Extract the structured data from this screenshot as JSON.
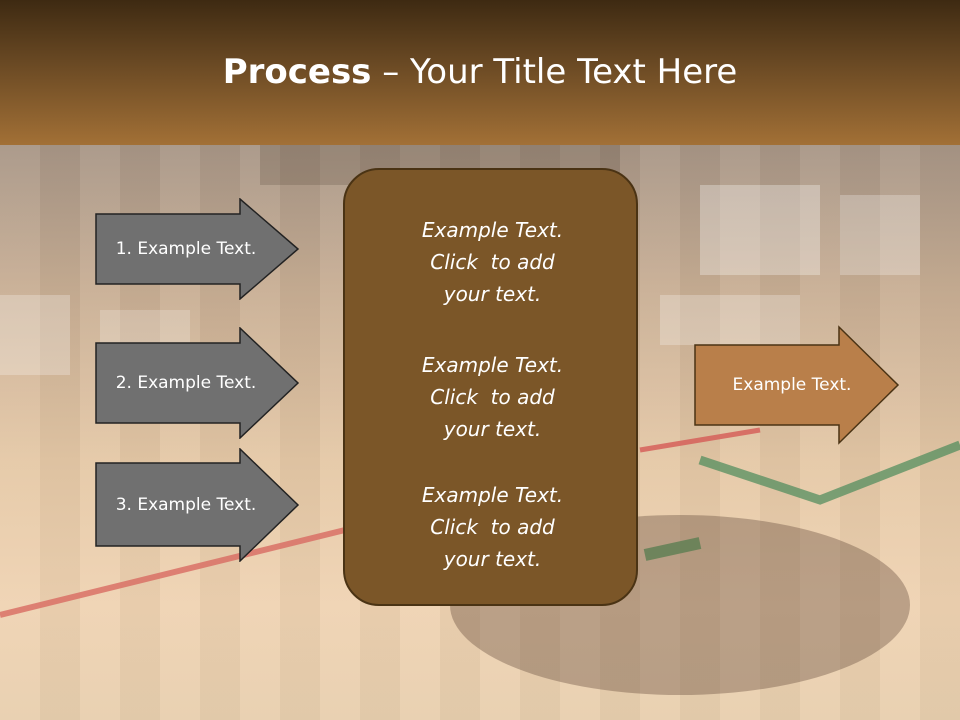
{
  "title": {
    "bold_part": "Process",
    "rest": " – Your Title Text Here"
  },
  "left_arrows": [
    {
      "label": "1. Example Text."
    },
    {
      "label": "2. Example Text."
    },
    {
      "label": "3. Example Text."
    }
  ],
  "center_box": {
    "paragraphs": [
      {
        "line1": "Example Text.",
        "line2": "Click  to add",
        "line3": "your text."
      },
      {
        "line1": "Example Text.",
        "line2": "Click  to add",
        "line3": "your text."
      },
      {
        "line1": "Example Text.",
        "line2": "Click  to add",
        "line3": "your text."
      }
    ]
  },
  "right_arrow": {
    "label": "Example Text."
  },
  "colors": {
    "title_band": "#6b4a24",
    "left_arrow_fill": "#707070",
    "center_box_fill": "#7b5628",
    "right_arrow_fill": "#b97f4a"
  }
}
